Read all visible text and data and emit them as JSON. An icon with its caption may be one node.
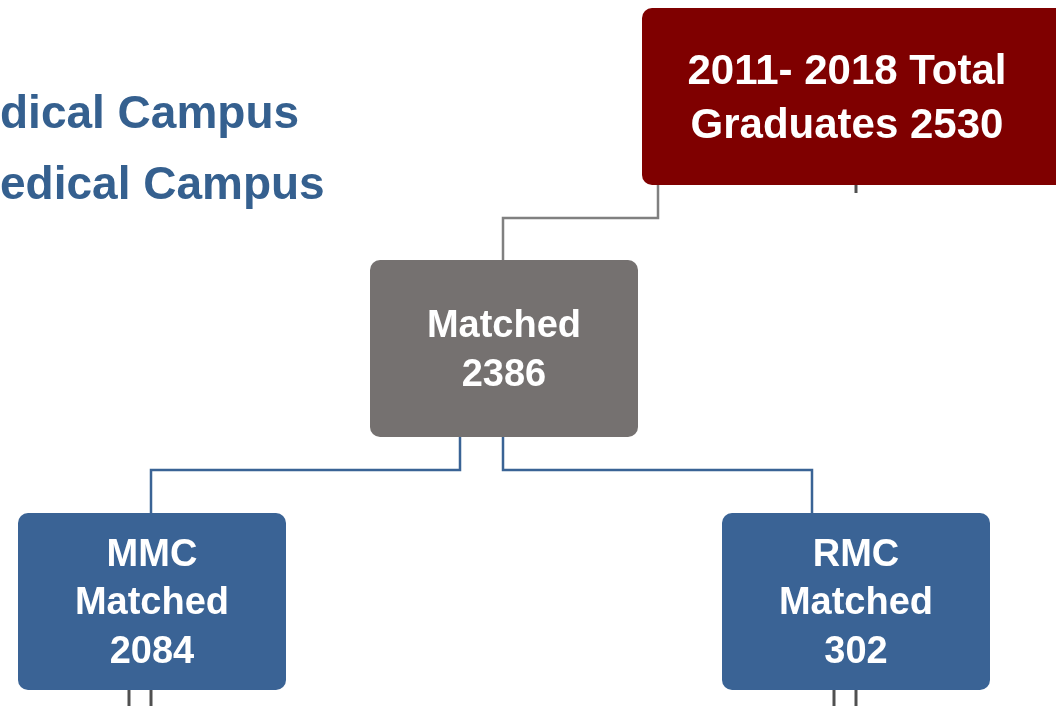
{
  "diagram": {
    "nodes": [
      {
        "text": [
          "2011- 2018 Total Graduates 2530"
        ]
      },
      {
        "text": [
          "Matched 2386"
        ]
      },
      {
        "text": [
          "MMC Matched 2084"
        ]
      },
      {
        "text": [
          "RMC Matched 302"
        ]
      }
    ],
    "edges": [
      {
        "from": 0,
        "to": 1,
        "arrow": "none",
        "color": "#808080"
      },
      {
        "from": 1,
        "to": 2,
        "arrow": "none",
        "color": "#3a6395"
      },
      {
        "from": 1,
        "to": 3,
        "arrow": "none",
        "color": "#3a6395"
      },
      {
        "from": 0,
        "to": null,
        "arrow": "none"
      },
      {
        "from": 2,
        "to": null,
        "arrow": "none"
      },
      {
        "from": 2,
        "to": null,
        "arrow": "none"
      },
      {
        "from": 3,
        "to": null,
        "arrow": "none"
      },
      {
        "from": 3,
        "to": null,
        "arrow": "none"
      }
    ],
    "labels": [
      "dical Campus",
      "edical Campus"
    ]
  }
}
